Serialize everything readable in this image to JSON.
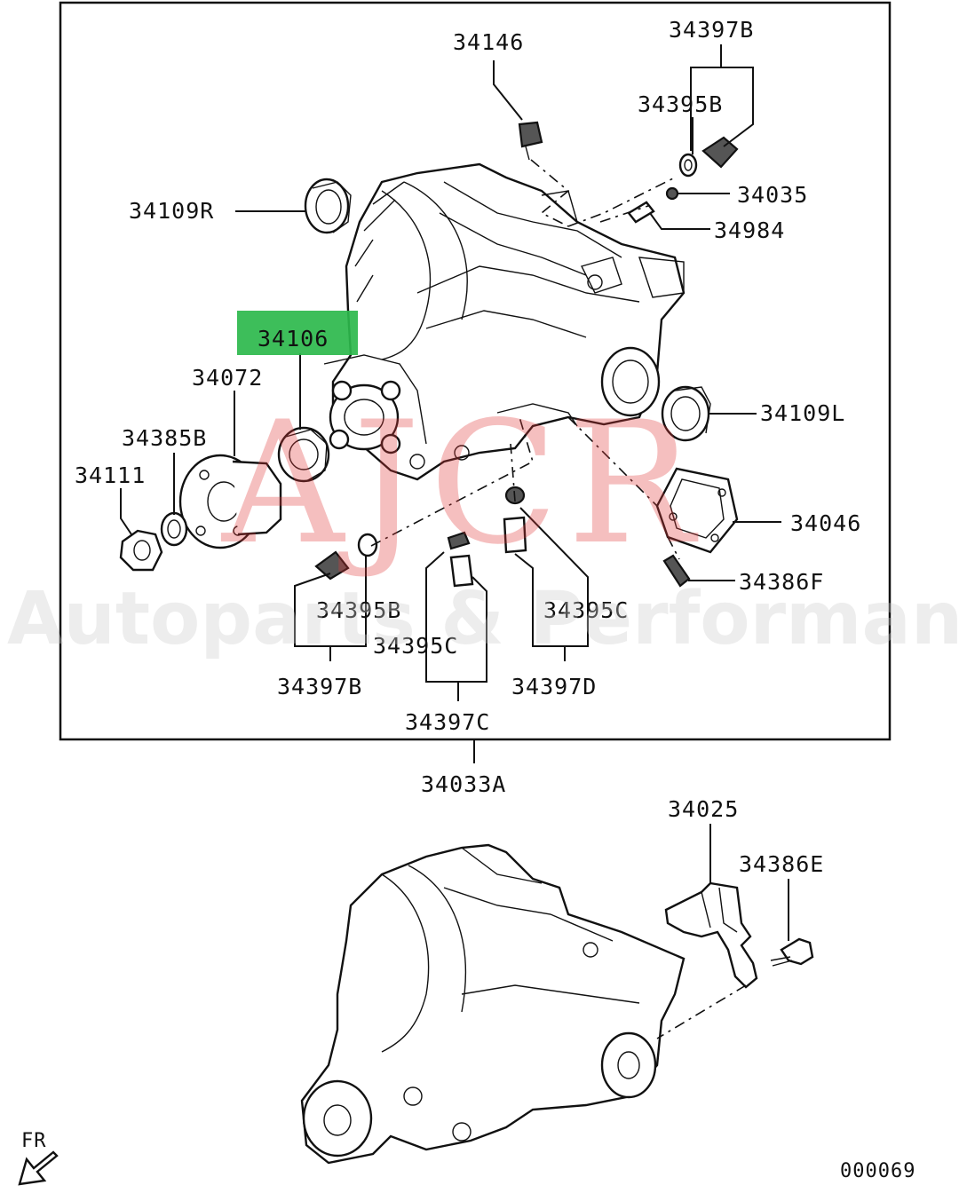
{
  "diagram": {
    "colors": {
      "line": "#111111",
      "highlight": "#2db84c",
      "watermark": "#e23a3a"
    },
    "watermark": {
      "logo": "AJCR",
      "tagline": "Autoparts & Performance"
    },
    "direction_marker": "FR",
    "figure_code": "000069",
    "highlighted_part": "34106",
    "labels": {
      "p34146": "34146",
      "p34397B_top": "34397B",
      "p34395B_top": "34395B",
      "p34035": "34035",
      "p34984": "34984",
      "p34109R": "34109R",
      "p34106": "34106",
      "p34072": "34072",
      "p34385B": "34385B",
      "p34111": "34111",
      "p34109L": "34109L",
      "p34046": "34046",
      "p34386F": "34386F",
      "p34395B_bot": "34395B",
      "p34395C_mid": "34395C",
      "p34395C_right": "34395C",
      "p34397B_bot": "34397B",
      "p34397D": "34397D",
      "p34397C": "34397C",
      "p34033A": "34033A",
      "p34025": "34025",
      "p34386E": "34386E"
    }
  }
}
